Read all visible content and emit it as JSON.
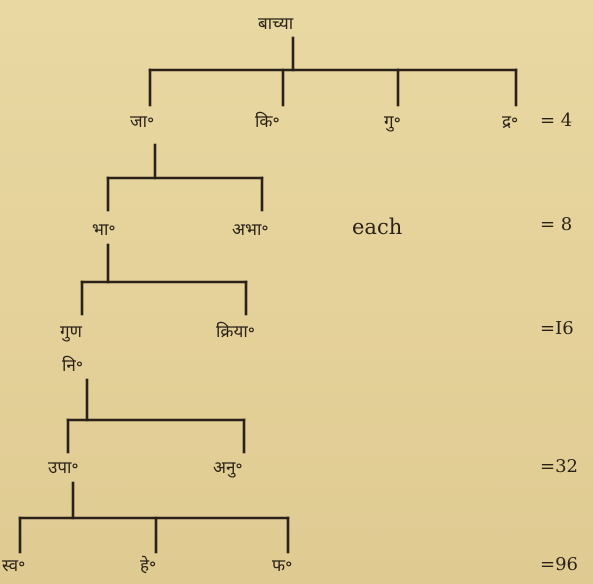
{
  "tree": {
    "root": "बाच्या",
    "level1": [
      "जा॰",
      "कि॰",
      "गु॰",
      "द्र॰"
    ],
    "level2": [
      "भा॰",
      "अभा॰"
    ],
    "level2_note": "each",
    "level3": [
      "गुण",
      "नि॰",
      "क्रिया॰"
    ],
    "level4": [
      "उपा॰",
      "अनु॰"
    ],
    "level5": [
      "स्व॰",
      "हे॰",
      "फ॰"
    ]
  },
  "counts": [
    "= 4",
    "= 8",
    "=I6",
    "=32",
    "=96"
  ]
}
